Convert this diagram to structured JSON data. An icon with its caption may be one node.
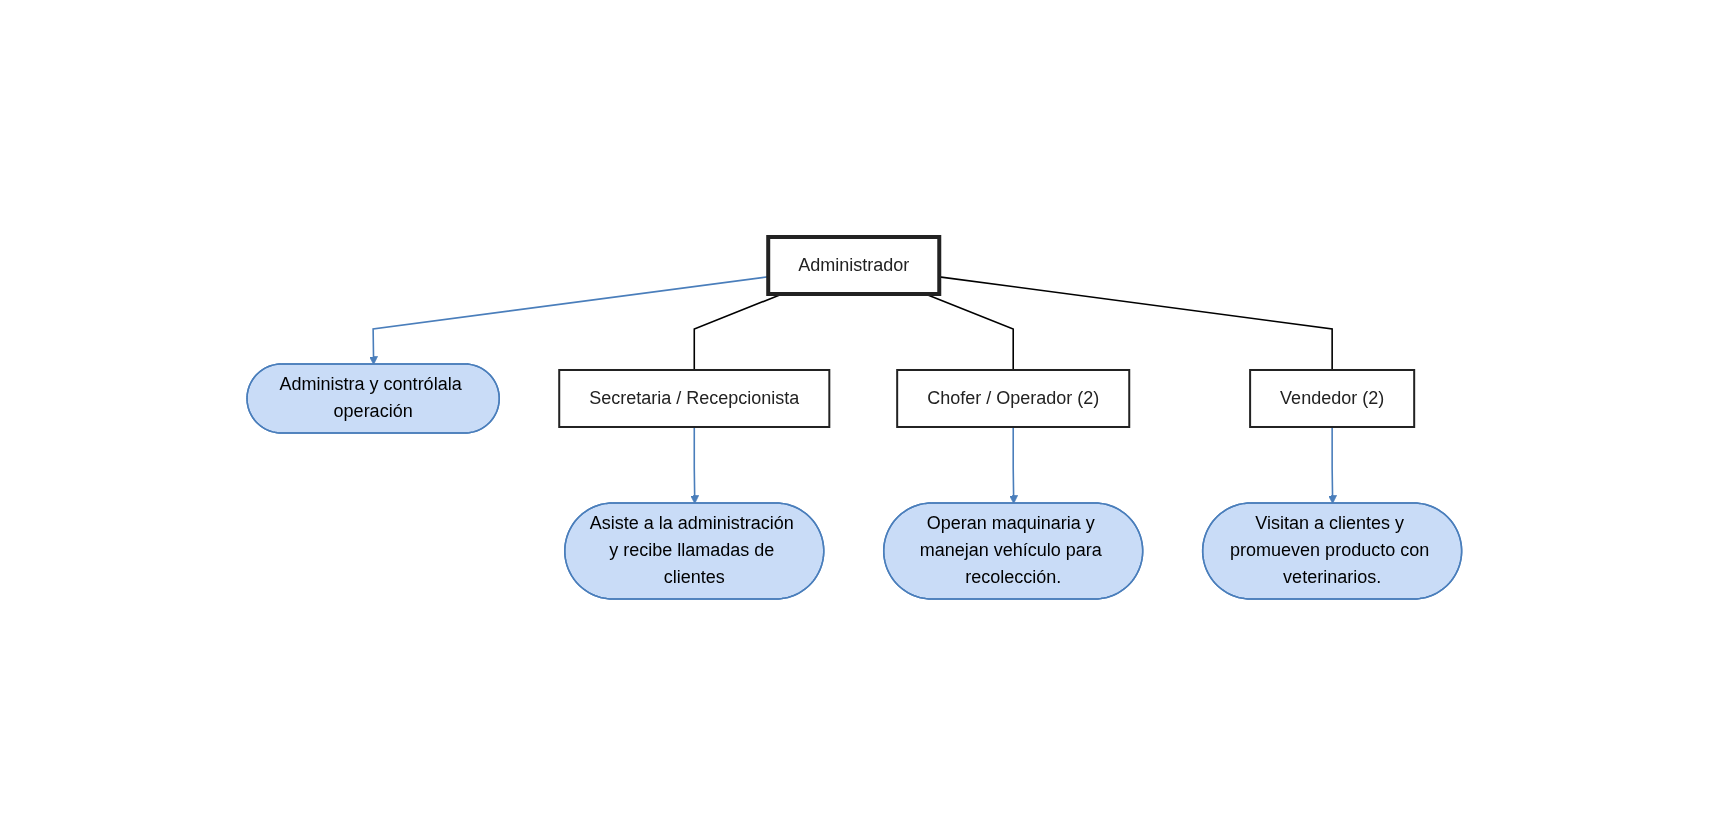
{
  "diagram": {
    "nodes": [
      {
        "text": [
          "Administra y contrólala operación"
        ]
      },
      {
        "text": [
          "Administrador"
        ]
      },
      {
        "text": [
          "Asiste a la administración y recibe llamadas de clientes"
        ]
      },
      {
        "text": [
          "Secretaria / Recepcionista"
        ]
      },
      {
        "text": [
          "Operan maquinaria y manejan vehículo para recolección."
        ]
      },
      {
        "text": [
          "Chofer / Operador (2)"
        ]
      },
      {
        "text": [
          "Vendedor (2)"
        ]
      },
      {
        "text": [
          "Visitan a clientes y promueven producto con veterinarios."
        ]
      }
    ],
    "edges": [
      {
        "from": 1,
        "to": 0,
        "arrow": "to"
      },
      {
        "from": 1,
        "to": 3,
        "arrow": "none",
        "color": "#000000"
      },
      {
        "from": 3,
        "to": 2,
        "arrow": "to"
      },
      {
        "from": 1,
        "to": 5,
        "arrow": "none",
        "color": "#000000"
      },
      {
        "from": 1,
        "to": 6,
        "arrow": "none",
        "color": "#000000"
      },
      {
        "from": 5,
        "to": 4,
        "arrow": "to"
      },
      {
        "from": 6,
        "to": 7,
        "arrow": "to"
      }
    ]
  }
}
